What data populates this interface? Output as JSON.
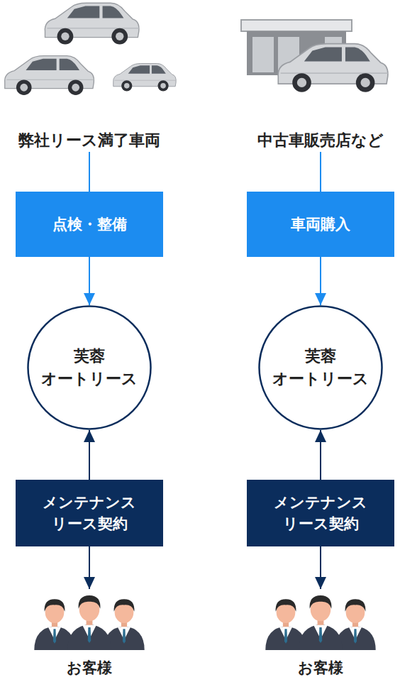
{
  "diagram": {
    "nodes": [
      {
        "text": [
          "弊社リース満了車両"
        ]
      },
      {
        "text": [
          "中古車販売店など"
        ]
      },
      {
        "text": [
          "点検・整備"
        ]
      },
      {
        "text": [
          "車両購入"
        ]
      },
      {
        "text": [
          "芙蓉 オートリース"
        ]
      },
      {
        "text": [
          "芙蓉 オートリース"
        ]
      },
      {
        "text": [
          "メンテナンス リース契約"
        ]
      },
      {
        "text": [
          "メンテナンス リース契約"
        ]
      },
      {
        "text": [
          "お客様"
        ]
      },
      {
        "text": [
          "お客様"
        ]
      }
    ],
    "edges": [
      {
        "from": 0,
        "to": 2,
        "arrow": "none"
      },
      {
        "from": 2,
        "to": 4,
        "arrow": "to"
      },
      {
        "from": 1,
        "to": 3,
        "arrow": "none"
      },
      {
        "from": 3,
        "to": 5,
        "arrow": "to"
      },
      {
        "from": 6,
        "to": 4,
        "arrow": "to"
      },
      {
        "from": 6,
        "to": 8,
        "arrow": "to"
      },
      {
        "from": 7,
        "to": 5,
        "arrow": "to"
      },
      {
        "from": 7,
        "to": 9,
        "arrow": "to"
      }
    ]
  }
}
